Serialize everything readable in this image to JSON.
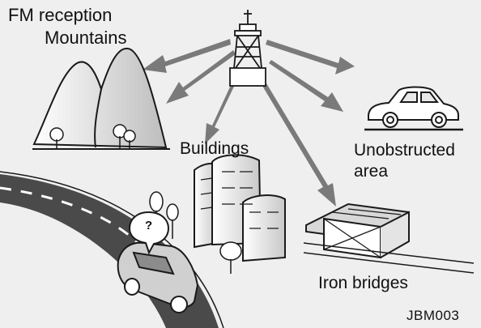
{
  "labels": {
    "title": "FM reception",
    "mountains": "Mountains",
    "buildings": "Buildings",
    "unobstructed_line1": "Unobstructed",
    "unobstructed_line2": "area",
    "iron_bridges": "Iron bridges",
    "figure_code": "JBM003",
    "question_mark": "?"
  },
  "colors": {
    "background": "#efefef",
    "arrow": "#7a7a7a",
    "road": "#4a4a4a",
    "road_lines": "#ffffff",
    "outline": "#1a1a1a"
  }
}
